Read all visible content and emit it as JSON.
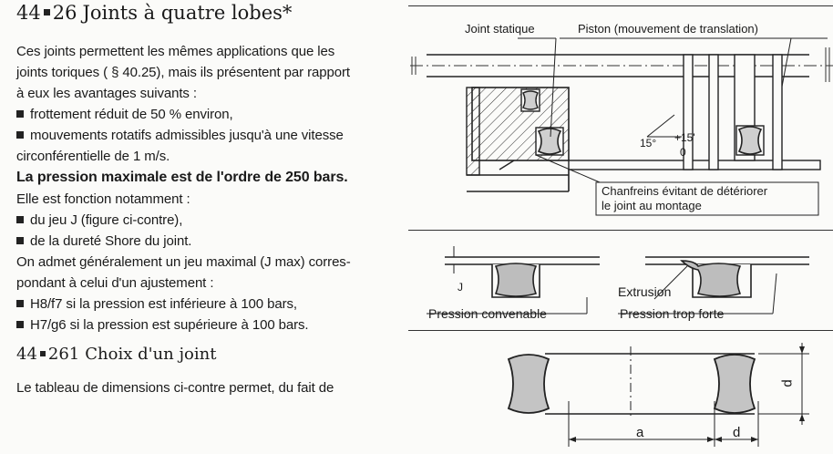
{
  "section1": {
    "number": "44",
    "subnumber": "26",
    "title": "Joints à quatre lobes*"
  },
  "intro": [
    "Ces joints permettent les mêmes applications que les",
    "joints toriques ( §  40.25), mais ils présentent par rapport",
    "à eux les avantages suivants :"
  ],
  "advantages": [
    "frottement réduit de 50 % environ,",
    "mouvements rotatifs admissibles jusqu'à une vitesse"
  ],
  "advantage_cont": "circonférentielle de 1 m/s.",
  "pressure_bold": "La pression maximale est de l'ordre de 250 bars.",
  "pressure_intro": "Elle est fonction notamment :",
  "pressure_factors": [
    "du jeu J (figure ci-contre),",
    "de la dureté Shore du joint."
  ],
  "jmax_text": [
    "On admet généralement un jeu maximal (J max) corres-",
    "pondant à celui d'un ajustement :"
  ],
  "fits": [
    "H8/f7 si la pression est inférieure à 100 bars,",
    "H7/g6 si la pression est supérieure à 100 bars."
  ],
  "section2": {
    "number": "44",
    "subnumber": "261",
    "title": "Choix d'un joint"
  },
  "section2_text": [
    "Le tableau de dimensions ci-contre permet, du fait de"
  ],
  "figure1": {
    "label_static": "Joint statique",
    "label_piston": "Piston (mouvement  de translation)",
    "angle": "15°",
    "tolerance_top": "+15'",
    "tolerance_bottom": "0",
    "chamfer_line1": "Chanfreins évitant de détériorer",
    "chamfer_line2": "le joint  au montage"
  },
  "figure2": {
    "gap_label": "J",
    "ok_label": "Pression  convenable",
    "extrusion_label": "Extrusion",
    "bad_label": "Pression  trop forte"
  },
  "figure3": {
    "dim_a": "a",
    "dim_d": "d",
    "dim_d_vertical": "d"
  }
}
